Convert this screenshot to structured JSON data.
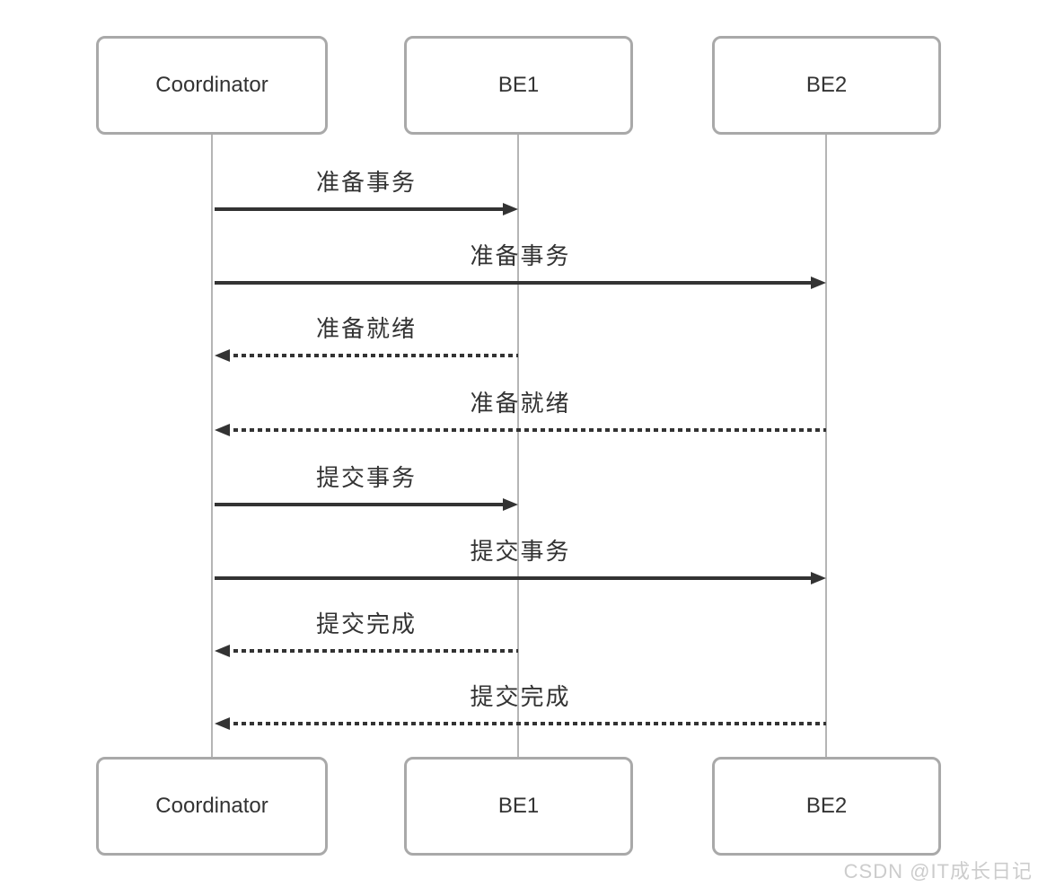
{
  "diagram": {
    "type": "sequence",
    "actors": [
      {
        "name": "Coordinator"
      },
      {
        "name": "BE1"
      },
      {
        "name": "BE2"
      }
    ],
    "messages": [
      {
        "label": "准备事务",
        "from": "Coordinator",
        "to": "BE1",
        "line": "solid"
      },
      {
        "label": "准备事务",
        "from": "Coordinator",
        "to": "BE2",
        "line": "solid"
      },
      {
        "label": "准备就绪",
        "from": "BE1",
        "to": "Coordinator",
        "line": "dotted"
      },
      {
        "label": "准备就绪",
        "from": "BE2",
        "to": "Coordinator",
        "line": "dotted"
      },
      {
        "label": "提交事务",
        "from": "Coordinator",
        "to": "BE1",
        "line": "solid"
      },
      {
        "label": "提交事务",
        "from": "Coordinator",
        "to": "BE2",
        "line": "solid"
      },
      {
        "label": "提交完成",
        "from": "BE1",
        "to": "Coordinator",
        "line": "dotted"
      },
      {
        "label": "提交完成",
        "from": "BE2",
        "to": "Coordinator",
        "line": "dotted"
      }
    ],
    "watermark": "CSDN @IT成长日记",
    "colors": {
      "arrow": "#333333",
      "lifeline": "#b5b5b5",
      "box_border": "#a9a9a9",
      "text": "#333333",
      "watermark": "#cccccc",
      "background": "#ffffff"
    }
  }
}
